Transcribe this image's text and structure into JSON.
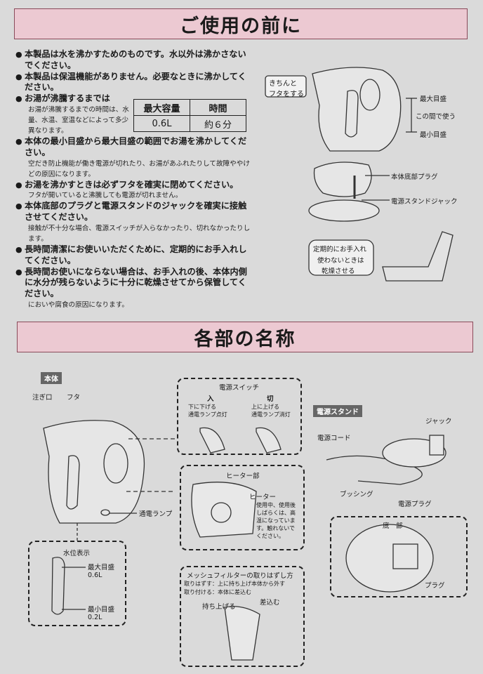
{
  "sections": {
    "before_use_title": "ご使用の前に",
    "parts_title": "各部の名称"
  },
  "before_use": {
    "b1": "本製品は水を沸かすためのものです。水以外は沸かさないでください。",
    "b2": "本製品は保温機能がありません。必要なときに沸かしてください。",
    "b3": "お湯が沸騰するまでは",
    "b3_sub": "お湯が沸騰するまでの時間は、水量、水温、室温などによって多少異なります。",
    "b4": "本体の最小目盛から最大目盛の範囲でお湯を沸かしてください。",
    "b4_sub": "空だき防止機能が働き電源が切れたり、お湯があふれたりして故障ややけどの原因になります。",
    "b5": "お湯を沸かすときは必ずフタを確実に閉めてください。",
    "b5_sub": "フタが開いていると沸騰しても電源が切れません。",
    "b6": "本体底部のプラグと電源スタンドのジャックを確実に接触させてください。",
    "b6_sub": "接触が不十分な場合、電源スイッチが入らなかったり、切れなかったりします。",
    "b7": "長時間清潔にお使いいただくために、定期的にお手入れしてください。",
    "b8": "長時間お使いにならない場合は、お手入れの後、本体内側に水分が残らないように十分に乾燥させてから保管してください。",
    "b8_sub": "においや腐食の原因になります。"
  },
  "capacity_table": {
    "h1": "最大容量",
    "h2": "時間",
    "v1": "0.6L",
    "v2": "約６分"
  },
  "fig_top": {
    "kichin": "きちんと\nフタをする",
    "max": "最大目盛",
    "between": "この間で使う",
    "min": "最小目盛",
    "bottom_plug": "本体底部プラグ",
    "stand_jack": "電源スタンドジャック",
    "care1": "定期的にお手入れ",
    "care2": "使わないときは",
    "care3": "乾燥させる"
  },
  "parts": {
    "body_tag": "本体",
    "spout": "注ぎ口",
    "lid": "フタ",
    "lamp": "通電ランプ",
    "level_title": "水位表示",
    "max_label": "最大目盛",
    "max_val": "0.6L",
    "min_label": "最小目盛",
    "min_val": "0.2L",
    "switch_title": "電源スイッチ",
    "on": "入",
    "off": "切",
    "on_desc": "下に下げる\n通電ランプ点灯",
    "off_desc": "上に上げる\n通電ランプ消灯",
    "heater_title": "ヒーター部",
    "heater": "ヒーター",
    "heater_desc": "使用中、使用後しばらくは、高温になっています。触れないでください。",
    "mesh_title": "メッシュフィルターの取りはずし方",
    "mesh_remove": "取りはずす：上に持ち上げ本体から外す",
    "mesh_attach": "取り付ける：本体に差込む",
    "lift": "持ち上げる",
    "insert": "差込む",
    "stand_tag": "電源スタンド",
    "jack": "ジャック",
    "cord": "電源コード",
    "bushing": "ブッシング",
    "plug": "電源プラグ",
    "bottom_title": "底　部",
    "plug2": "プラグ"
  }
}
